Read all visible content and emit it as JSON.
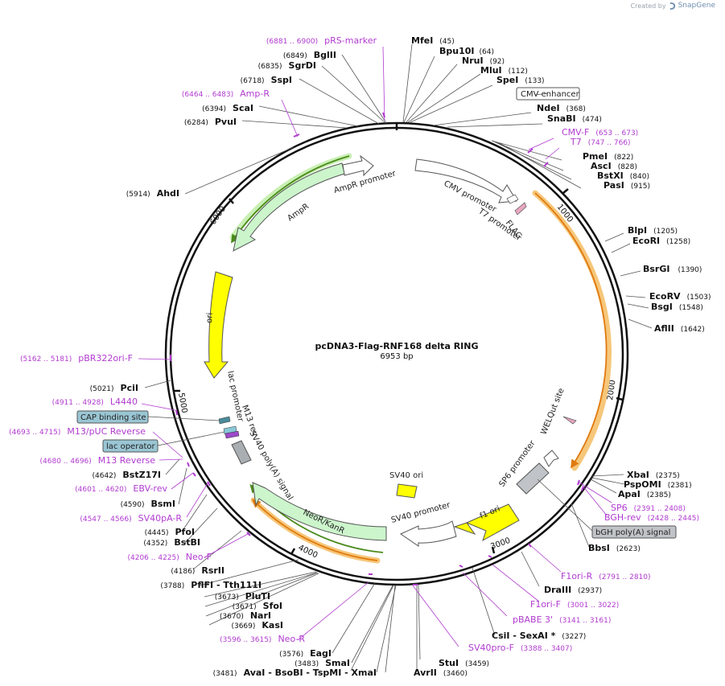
{
  "credit": {
    "prefix": "Created by",
    "brand": "SnapGene"
  },
  "map": {
    "name": "pcDNA3-Flag-RNF168 delta RING",
    "size_label": "6953 bp",
    "length": 6953
  },
  "ticks": [
    {
      "pos": 1000,
      "label": "1000"
    },
    {
      "pos": 2000,
      "label": "2000"
    },
    {
      "pos": 3000,
      "label": "3000"
    },
    {
      "pos": 4000,
      "label": "4000"
    },
    {
      "pos": 5000,
      "label": "5000"
    },
    {
      "pos": 6000,
      "label": "6000"
    }
  ],
  "enzymes": [
    {
      "name": "MfeI",
      "pos": "(45)",
      "side": "right"
    },
    {
      "name": "Bpu10I",
      "pos": "(64)",
      "side": "right"
    },
    {
      "name": "NruI",
      "pos": "(92)",
      "side": "right"
    },
    {
      "name": "MluI",
      "pos": "(112)",
      "side": "right"
    },
    {
      "name": "SpeI",
      "pos": "(133)",
      "side": "right"
    },
    {
      "name": "NdeI",
      "pos": "(368)",
      "side": "right"
    },
    {
      "name": "SnaBI",
      "pos": "(474)",
      "side": "right"
    },
    {
      "name": "PmeI",
      "pos": "(822)",
      "side": "right"
    },
    {
      "name": "AscI",
      "pos": "(828)",
      "side": "right"
    },
    {
      "name": "BstXI",
      "pos": "(840)",
      "side": "right"
    },
    {
      "name": "PasI",
      "pos": "(915)",
      "side": "right"
    },
    {
      "name": "BlpI",
      "pos": "(1205)",
      "side": "right"
    },
    {
      "name": "EcoRI",
      "pos": "(1258)",
      "side": "right"
    },
    {
      "name": "BsrGI",
      "pos": "(1390)",
      "side": "right"
    },
    {
      "name": "EcoRV",
      "pos": "(1503)",
      "side": "right"
    },
    {
      "name": "BsgI",
      "pos": "(1548)",
      "side": "right"
    },
    {
      "name": "AflII",
      "pos": "(1642)",
      "side": "right"
    },
    {
      "name": "XbaI",
      "pos": "(2375)",
      "side": "right"
    },
    {
      "name": "PspOMI",
      "pos": "(2381)",
      "side": "right"
    },
    {
      "name": "ApaI",
      "pos": "(2385)",
      "side": "right"
    },
    {
      "name": "BbsI",
      "pos": "(2623)",
      "side": "right"
    },
    {
      "name": "DraIII",
      "pos": "(2937)",
      "side": "right"
    },
    {
      "name": "CsiI - SexAI *",
      "pos": "(3227)",
      "side": "right"
    },
    {
      "name": "StuI",
      "pos": "(3459)",
      "side": "right"
    },
    {
      "name": "AvrII",
      "pos": "(3460)",
      "side": "right"
    },
    {
      "name": "BglII",
      "pos": "(6849)",
      "side": "left"
    },
    {
      "name": "SgrDI",
      "pos": "(6835)",
      "side": "left"
    },
    {
      "name": "SspI",
      "pos": "(6718)",
      "side": "left"
    },
    {
      "name": "ScaI",
      "pos": "(6394)",
      "side": "left"
    },
    {
      "name": "PvuI",
      "pos": "(6284)",
      "side": "left"
    },
    {
      "name": "AhdI",
      "pos": "(5914)",
      "side": "left"
    },
    {
      "name": "PciI",
      "pos": "(5021)",
      "side": "left"
    },
    {
      "name": "BstZ17I",
      "pos": "(4642)",
      "side": "left"
    },
    {
      "name": "BsmI",
      "pos": "(4590)",
      "side": "left"
    },
    {
      "name": "PfoI",
      "pos": "(4445)",
      "side": "left"
    },
    {
      "name": "BstBI",
      "pos": "(4352)",
      "side": "left"
    },
    {
      "name": "RsrII",
      "pos": "(4186)",
      "side": "left"
    },
    {
      "name": "PflFI - Tth111I",
      "pos": "(3788)",
      "side": "left"
    },
    {
      "name": "PluTI",
      "pos": "(3673)",
      "side": "left"
    },
    {
      "name": "SfoI",
      "pos": "(3671)",
      "side": "left"
    },
    {
      "name": "NarI",
      "pos": "(3670)",
      "side": "left"
    },
    {
      "name": "KasI",
      "pos": "(3669)",
      "side": "left"
    },
    {
      "name": "EagI",
      "pos": "(3576)",
      "side": "left"
    },
    {
      "name": "SmaI",
      "pos": "(3483)",
      "side": "left"
    },
    {
      "name": "AvaI - BsoBI - TspMI - XmaI",
      "pos": "(3481)",
      "side": "left"
    }
  ],
  "primers": [
    {
      "name": "pRS-marker",
      "range": "(6881 .. 6900)"
    },
    {
      "name": "Amp-R",
      "range": "(6464 .. 6483)"
    },
    {
      "name": "CMV-F",
      "range": "(653 .. 673)"
    },
    {
      "name": "T7",
      "range": "(747 .. 766)"
    },
    {
      "name": "pBR322ori-F",
      "range": "(5162 .. 5181)"
    },
    {
      "name": "L4440",
      "range": "(4911 .. 4928)"
    },
    {
      "name": "M13/pUC Reverse",
      "range": "(4693 .. 4715)"
    },
    {
      "name": "M13 Reverse",
      "range": "(4680 .. 4696)"
    },
    {
      "name": "EBV-rev",
      "range": "(4601 .. 4620)"
    },
    {
      "name": "SV40pA-R",
      "range": "(4547 .. 4566)"
    },
    {
      "name": "Neo-F",
      "range": "(4206 .. 4225)"
    },
    {
      "name": "Neo-R",
      "range": "(3596 .. 3615)"
    },
    {
      "name": "SP6",
      "range": "(2391 .. 2408)"
    },
    {
      "name": "BGH-rev",
      "range": "(2428 .. 2445)"
    },
    {
      "name": "F1ori-R",
      "range": "(2791 .. 2810)"
    },
    {
      "name": "F1ori-F",
      "range": "(3001 .. 3022)"
    },
    {
      "name": "pBABE 3'",
      "range": "(3141 .. 3161)"
    },
    {
      "name": "SV40pro-F",
      "range": "(3388 .. 3407)"
    }
  ],
  "boxed_features": [
    {
      "name": "CMV enhancer"
    },
    {
      "name": "CAP binding site"
    },
    {
      "name": "lac operator"
    },
    {
      "name": "bGH poly(A) signal"
    }
  ],
  "features": [
    {
      "name": "AmpR promoter"
    },
    {
      "name": "AmpR"
    },
    {
      "name": "ori"
    },
    {
      "name": "CMV promoter"
    },
    {
      "name": "T7 promoter"
    },
    {
      "name": "FLAG"
    },
    {
      "name": "WELQut site"
    },
    {
      "name": "SP6 promoter"
    },
    {
      "name": "f1 ori"
    },
    {
      "name": "SV40 promoter"
    },
    {
      "name": "SV40 ori"
    },
    {
      "name": "NeoR/KanR"
    },
    {
      "name": "SV40 poly(A) signal"
    },
    {
      "name": "lac promoter"
    },
    {
      "name": "M13 rev"
    }
  ],
  "colors": {
    "backbone": "#111111",
    "primer": "#b13bd0",
    "amp": "#ccf5cc",
    "amp_line": "#4a8a1a",
    "ori": "#ffff00",
    "orf_glow": "#f6c77a",
    "orf_line": "#e07a10",
    "box_blue": "#9ac6d4",
    "box_gray": "#c0c4c8"
  }
}
